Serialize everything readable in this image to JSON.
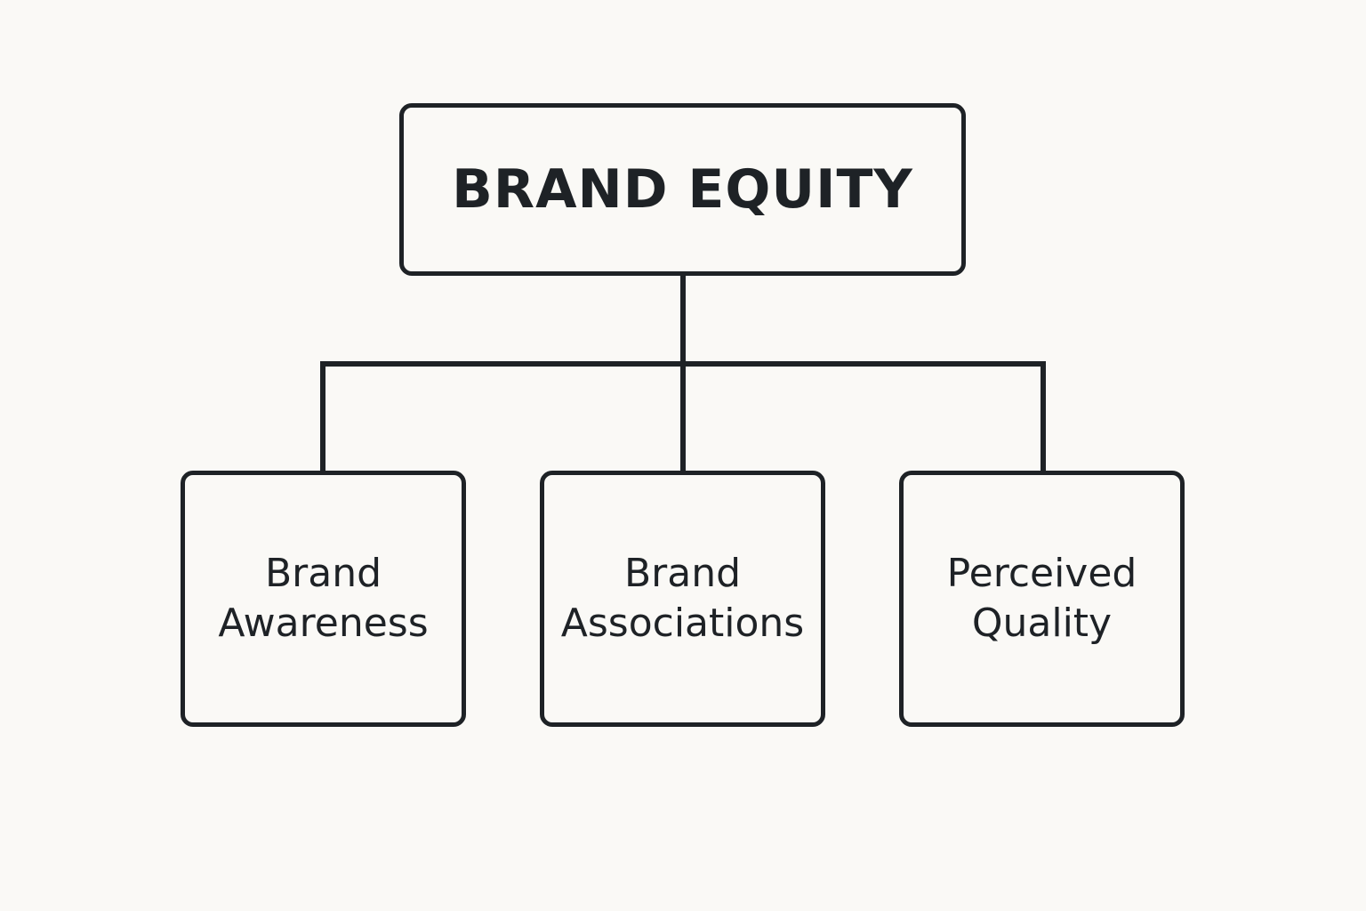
{
  "diagram": {
    "root": {
      "label": "BRAND EQUITY"
    },
    "children": [
      {
        "lines": [
          "Brand",
          "Awareness"
        ]
      },
      {
        "lines": [
          "Brand",
          "Associations"
        ]
      },
      {
        "lines": [
          "Perceived",
          "Quality"
        ]
      }
    ]
  },
  "colors": {
    "background": "#faf9f6",
    "stroke": "#1e2226",
    "text": "#1e2226"
  }
}
